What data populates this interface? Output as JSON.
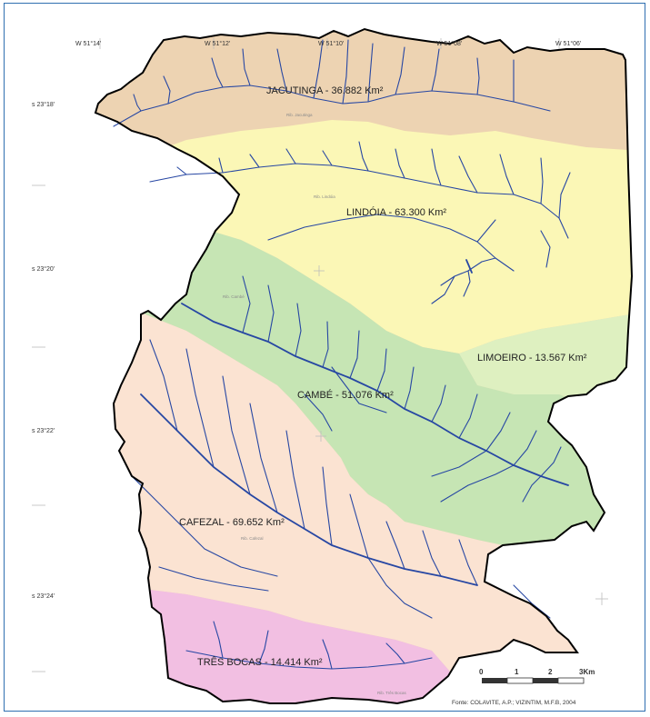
{
  "top_coords": [
    "W 51°14'",
    "W 51°12'",
    "W 51°10'",
    "W 51°08'",
    "W 51°06'"
  ],
  "left_coords": [
    "s 23°18'",
    "s 23°20'",
    "s 23°22'",
    "s 23°24'"
  ],
  "basins": [
    {
      "label": "JACUTINGA - 36.882 Km²",
      "color": "#edd3b2"
    },
    {
      "label": "LINDÓIA - 63.300 Km²",
      "color": "#fbf7b6"
    },
    {
      "label": "LIMOEIRO - 13.567 Km²",
      "color": "#def0c0"
    },
    {
      "label": "CAMBÉ - 51.076 Km²",
      "color": "#c6e5b4"
    },
    {
      "label": "CAFEZAL - 69.652 Km²",
      "color": "#fbe3d2"
    },
    {
      "label": "TRÊS BOCAS - 14.414 Km²",
      "color": "#f2bfe2"
    }
  ],
  "scale": {
    "labels": [
      "0",
      "1",
      "2",
      "3Km"
    ]
  },
  "source": "Fonte: COLAVITE, A.P.; VIZINTIM, M.F.B, 2004",
  "colors": {
    "river": "#2747a3",
    "outline": "#000000",
    "frame": "#2f6fb0"
  }
}
